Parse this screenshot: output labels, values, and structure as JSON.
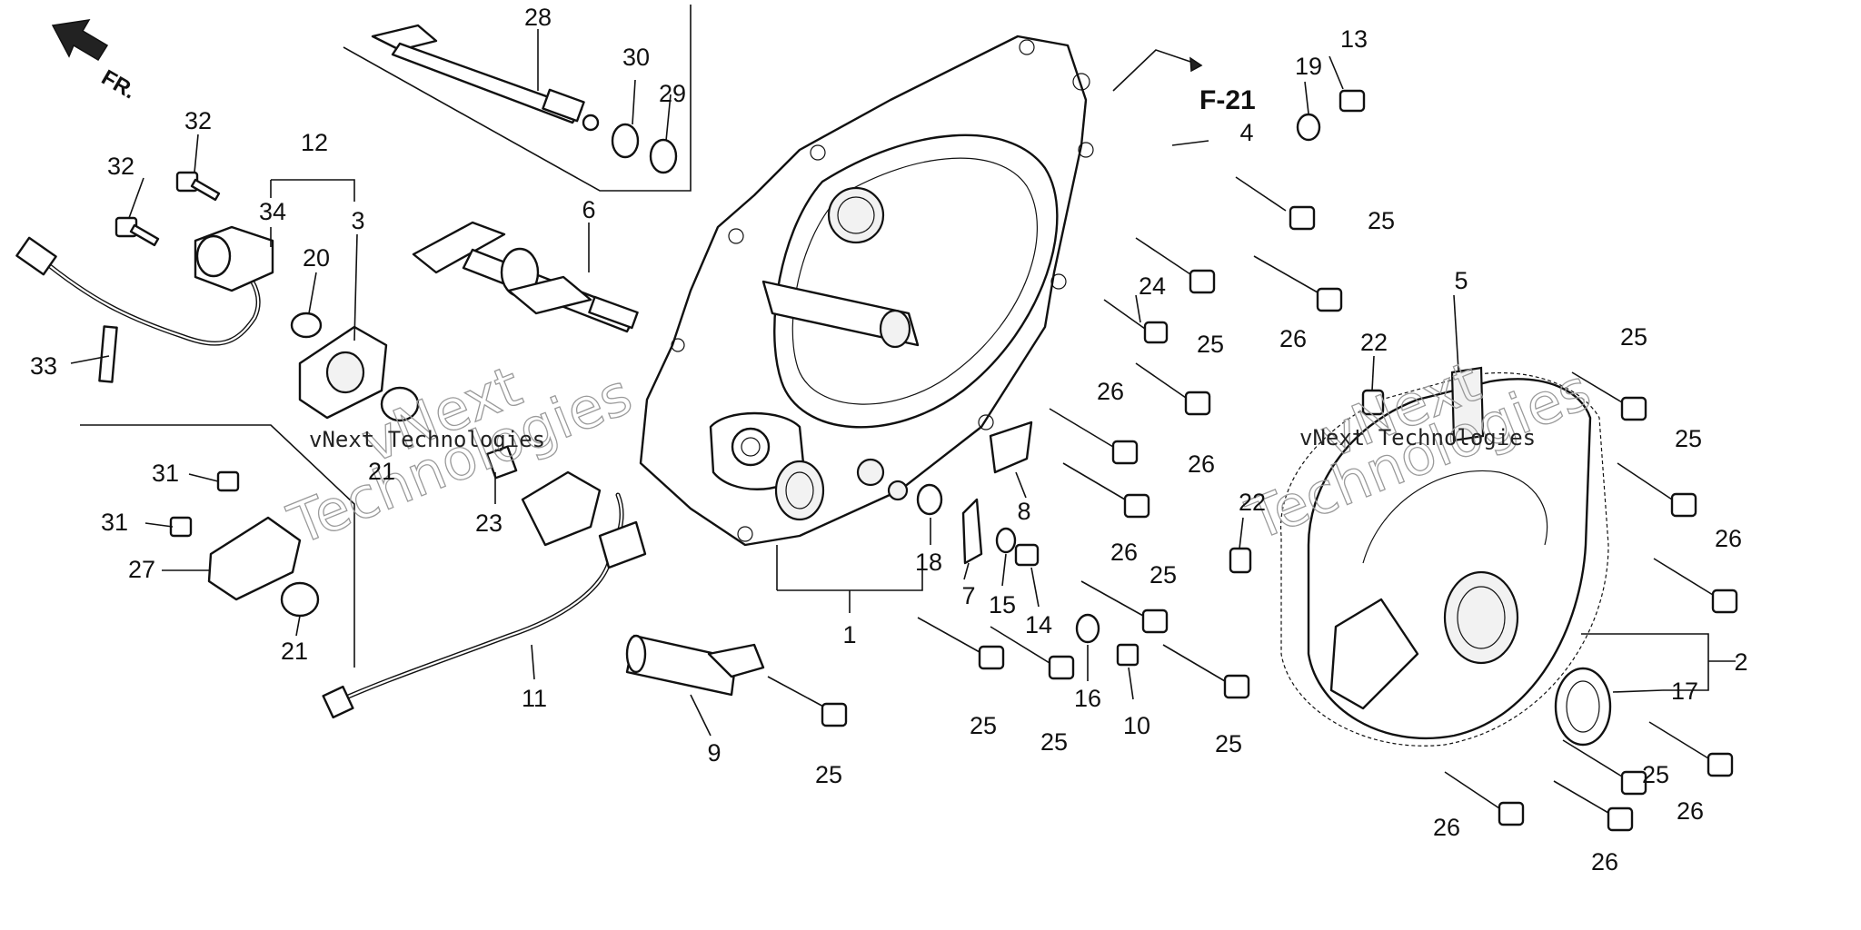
{
  "direction_indicator": {
    "text": "FR."
  },
  "reference": {
    "text": "F-21"
  },
  "callouts": [
    "1",
    "2",
    "3",
    "4",
    "5",
    "6",
    "7",
    "8",
    "9",
    "10",
    "11",
    "12",
    "13",
    "14",
    "15",
    "16",
    "17",
    "18",
    "19",
    "20",
    "21",
    "22",
    "23",
    "24",
    "25",
    "26",
    "27",
    "28",
    "29",
    "30",
    "31",
    "32",
    "33",
    "34"
  ],
  "watermark": {
    "brand_text": "vNext",
    "company_text": "Technologies",
    "small_text": "vNext Technologies"
  }
}
